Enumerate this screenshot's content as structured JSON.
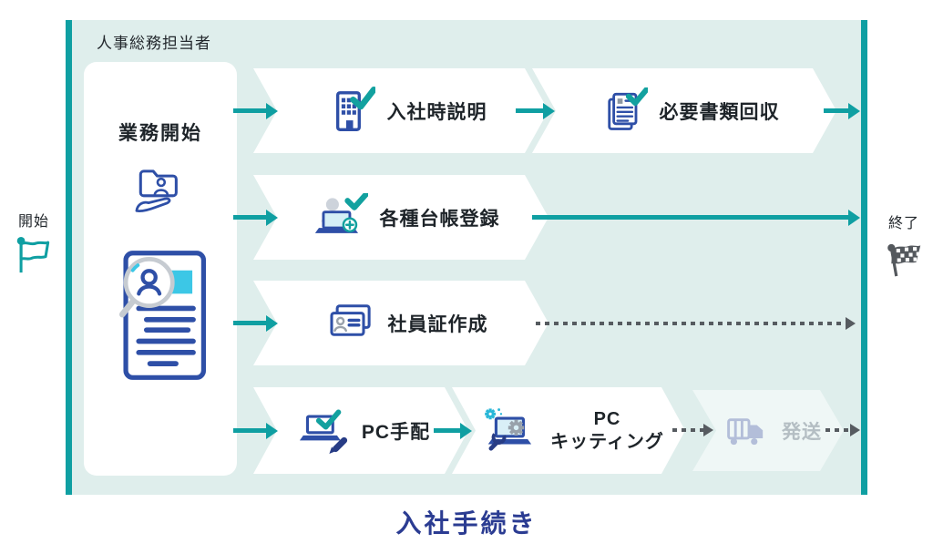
{
  "title": "入社手続き",
  "lane": {
    "label": "人事総務担当者"
  },
  "terminals": {
    "start": "開始",
    "end": "終了"
  },
  "left_box": {
    "label": "業務開始"
  },
  "steps": {
    "orientation": {
      "label": "入社時説明"
    },
    "collect_documents": {
      "label": "必要書類回収"
    },
    "ledger_registration": {
      "label": "各種台帳登録"
    },
    "employee_id": {
      "label": "社員証作成"
    },
    "pc_arrangement": {
      "label": "PC手配"
    },
    "pc_kitting": {
      "label_line1": "PC",
      "label_line2": "キッティング"
    },
    "shipping": {
      "label": "発送"
    }
  },
  "icons": {
    "start_flag": "flag-outline",
    "end_flag": "checkered-flag",
    "left_box_top": "folder-person-hand",
    "left_box_bottom": "resume-magnifier",
    "orientation": "building-check",
    "collect_documents": "documents-check",
    "ledger_registration": "laptop-user-plus-check",
    "employee_id": "id-card",
    "pc_arrangement": "laptop-pencil-check",
    "pc_kitting": "laptop-wrench-gears",
    "shipping": "delivery-truck"
  },
  "colors": {
    "teal": "#0f9fa2",
    "mint_background": "#dfeeec",
    "icon_blue": "#2e4fa7",
    "check_teal": "#12a19f",
    "cyan": "#3cc7e6",
    "title_navy": "#2b3c92",
    "arrow_gray": "#565b60",
    "faded_icon": "#b3bed9",
    "faded_text": "#b4bec3"
  }
}
